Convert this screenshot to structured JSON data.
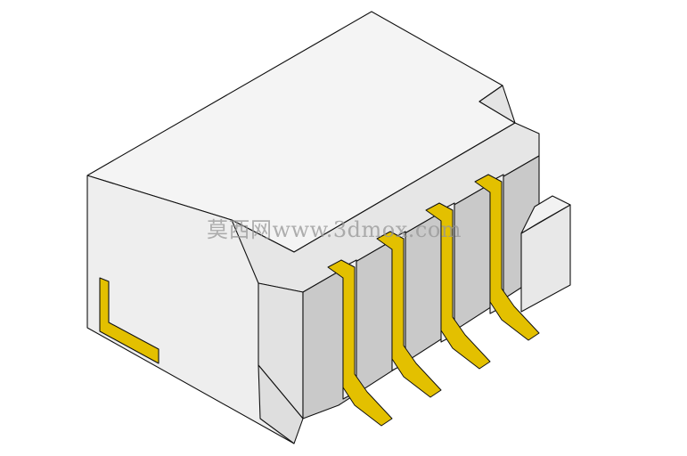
{
  "image": {
    "subject": "connector-3d-render",
    "watermark_text": "莫西网www.3dmox.com",
    "pin_count": 4,
    "colors": {
      "background": "#ffffff",
      "body_top": "#f4f4f4",
      "body_left": "#eeeeee",
      "body_front": "#e2e2e2",
      "body_shadow": "#c8c8c8",
      "pin_gold": "#e3c000",
      "pin_gold_light": "#f3dc3a",
      "pin_gold_dark": "#b89a00",
      "outline": "#111111"
    }
  }
}
